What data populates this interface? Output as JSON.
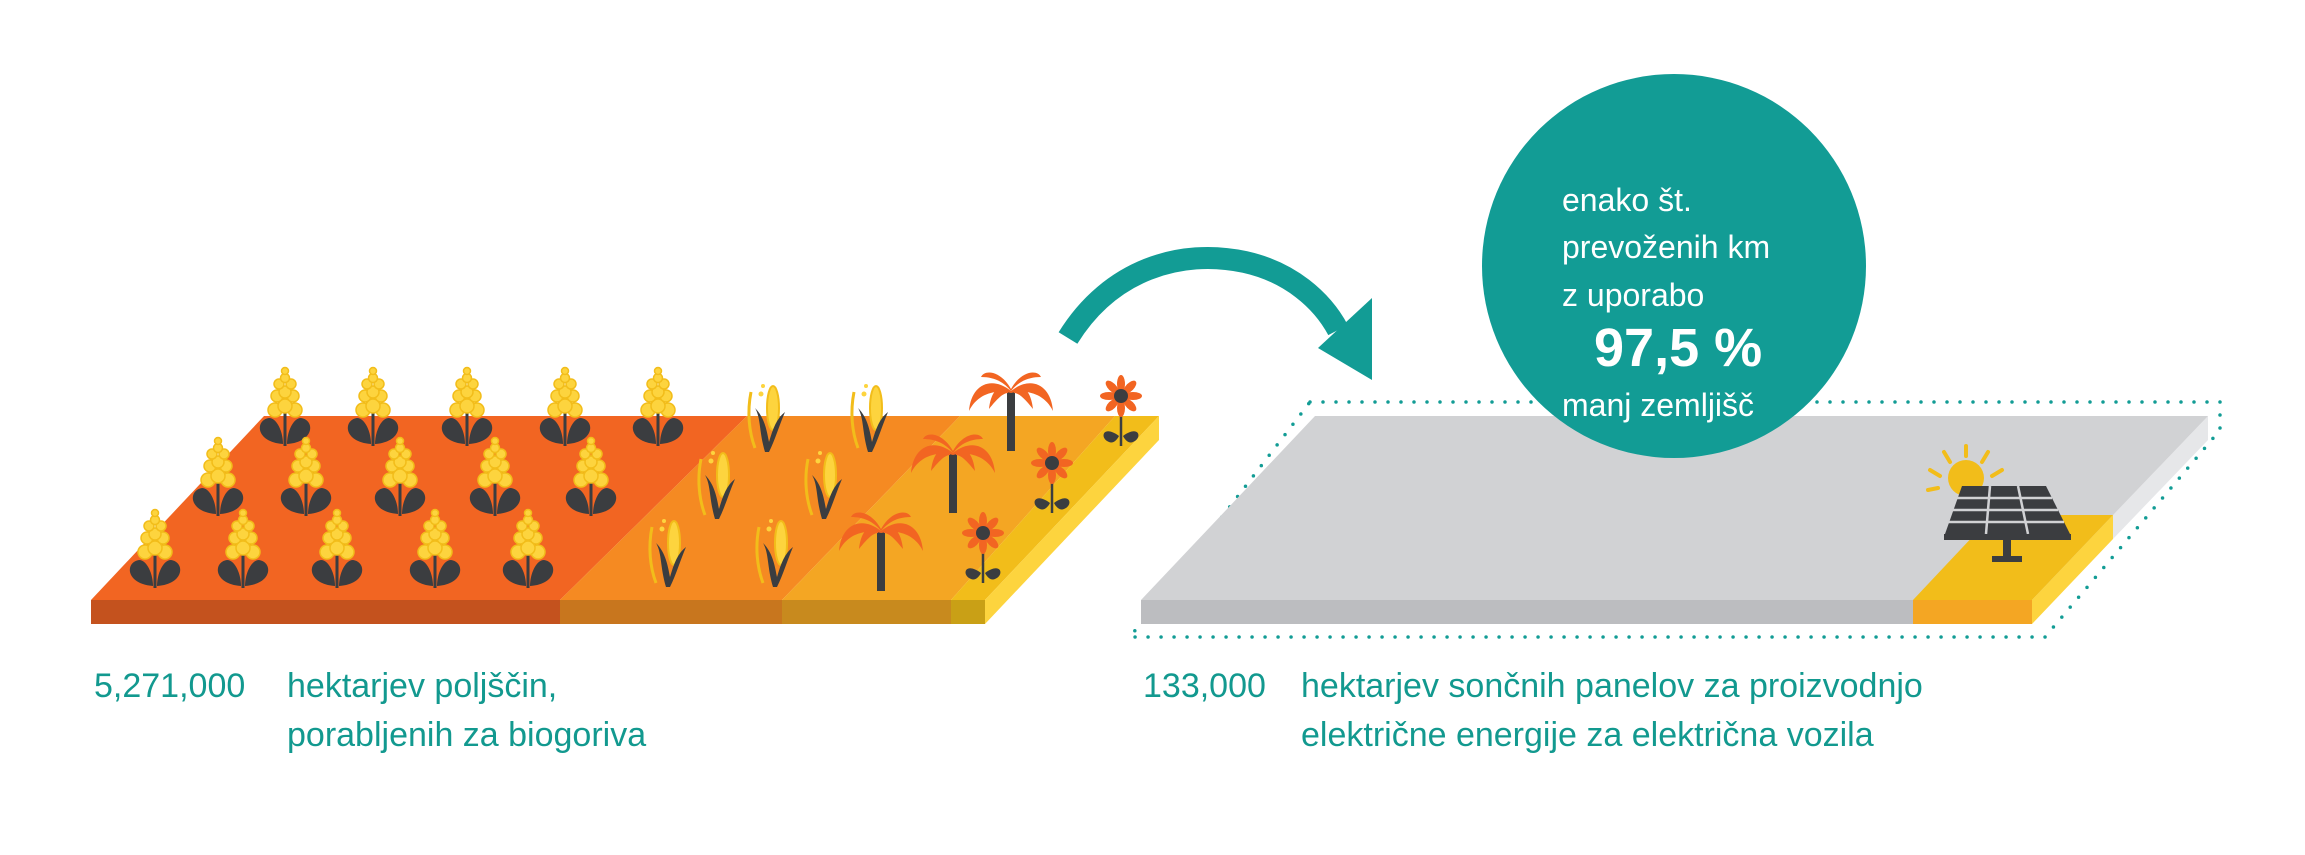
{
  "left_panel": {
    "value": "5,271,000",
    "label_line1": "hektarjev poljščin,",
    "label_line2": "porabljenih za biogoriva",
    "crops": [
      "rapeseed-icon",
      "corn-wheat-icon",
      "palm-tree-icon",
      "sunflower-icon"
    ]
  },
  "right_panel": {
    "value": "133,000",
    "label_line1": "hektarjev sončnih panelov za proizvodnjo",
    "label_line2": "električne energije za električna vozila"
  },
  "bubble": {
    "line1": "enako št.",
    "line2": "prevoženih km",
    "line3": "z uporabo",
    "percent": "97,5 %",
    "line5": "manj zemljišč"
  },
  "colors": {
    "teal": "#129c95",
    "text_teal": "#12998f",
    "rapeseed_field": "#f26522",
    "corn_field": "#f58a22",
    "palm_field": "#f4a623",
    "sunflower_field": "#f2bd1a",
    "solar_field": "#d1d2d4",
    "solar_patch": "#f2bd1a"
  }
}
